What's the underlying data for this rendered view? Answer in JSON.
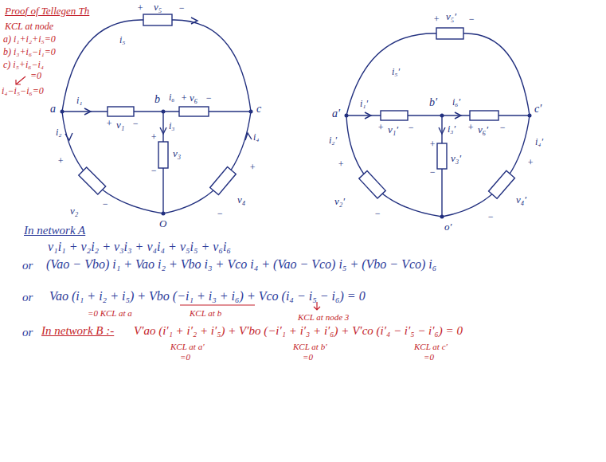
{
  "diagram": {
    "title": "Proof of Tellegen Th",
    "labels": [
      "KCL at node",
      "a) i₁+i₂+i₅=0",
      "b) i₃+i₆−i₁=0",
      "c) i₅+i₆−i₄",
      "=0",
      "i₄−i₅−i₆=0",
      "a",
      "b",
      "c",
      "O",
      "v₅",
      "+",
      "−",
      "i₅",
      "i₁",
      "+",
      "v₁",
      "−",
      "i₆",
      "+",
      "v₆",
      "−",
      "i₃",
      "+",
      "v₃",
      "−",
      "i₂",
      "+",
      "v₂",
      "−",
      "i₄",
      "+",
      "v₄",
      "−",
      "a′",
      "b′",
      "c′",
      "o′",
      "v₅′",
      "+",
      "−",
      "i₅′",
      "i₁′",
      "+",
      "v₁′",
      "−",
      "i₆′",
      "+",
      "v₆′",
      "−",
      "i₃′",
      "+",
      "v₃′",
      "−",
      "i₂′",
      "+",
      "v₂′",
      "−",
      "i₄′",
      "+",
      "v₄′",
      "−",
      "In network A",
      "v₁i₁ + v₂i₂ + v₃i₃ + v₄i₄ + v₅i₅ + v₆i₆",
      "or",
      "(Vao − Vbo) i₁ + Vao i₂ + Vbo i₃ + Vco i₄ + (Vao − Vco) i₅ + (Vbo − Vco) i₆",
      "or",
      "Vao (i₁ + i₂ + i₅) + Vbo (−i₁ + i₃ + i₆) + Vco (i₄ − i₅ − i₆) = 0",
      "=0 KCL at a",
      "KCL at b",
      "KCL at node 3",
      "or",
      "In network B :-",
      "V′ao (i′₁ + i′₂ + i′₅) + V′bo (−i′₁ + i′₃ + i′₆) + V′co (i′₄ − i′₅ − i′₆) = 0",
      "KCL at a′",
      "=0",
      "KCL at b′",
      "=0",
      "KCL at c′",
      "=0"
    ]
  }
}
